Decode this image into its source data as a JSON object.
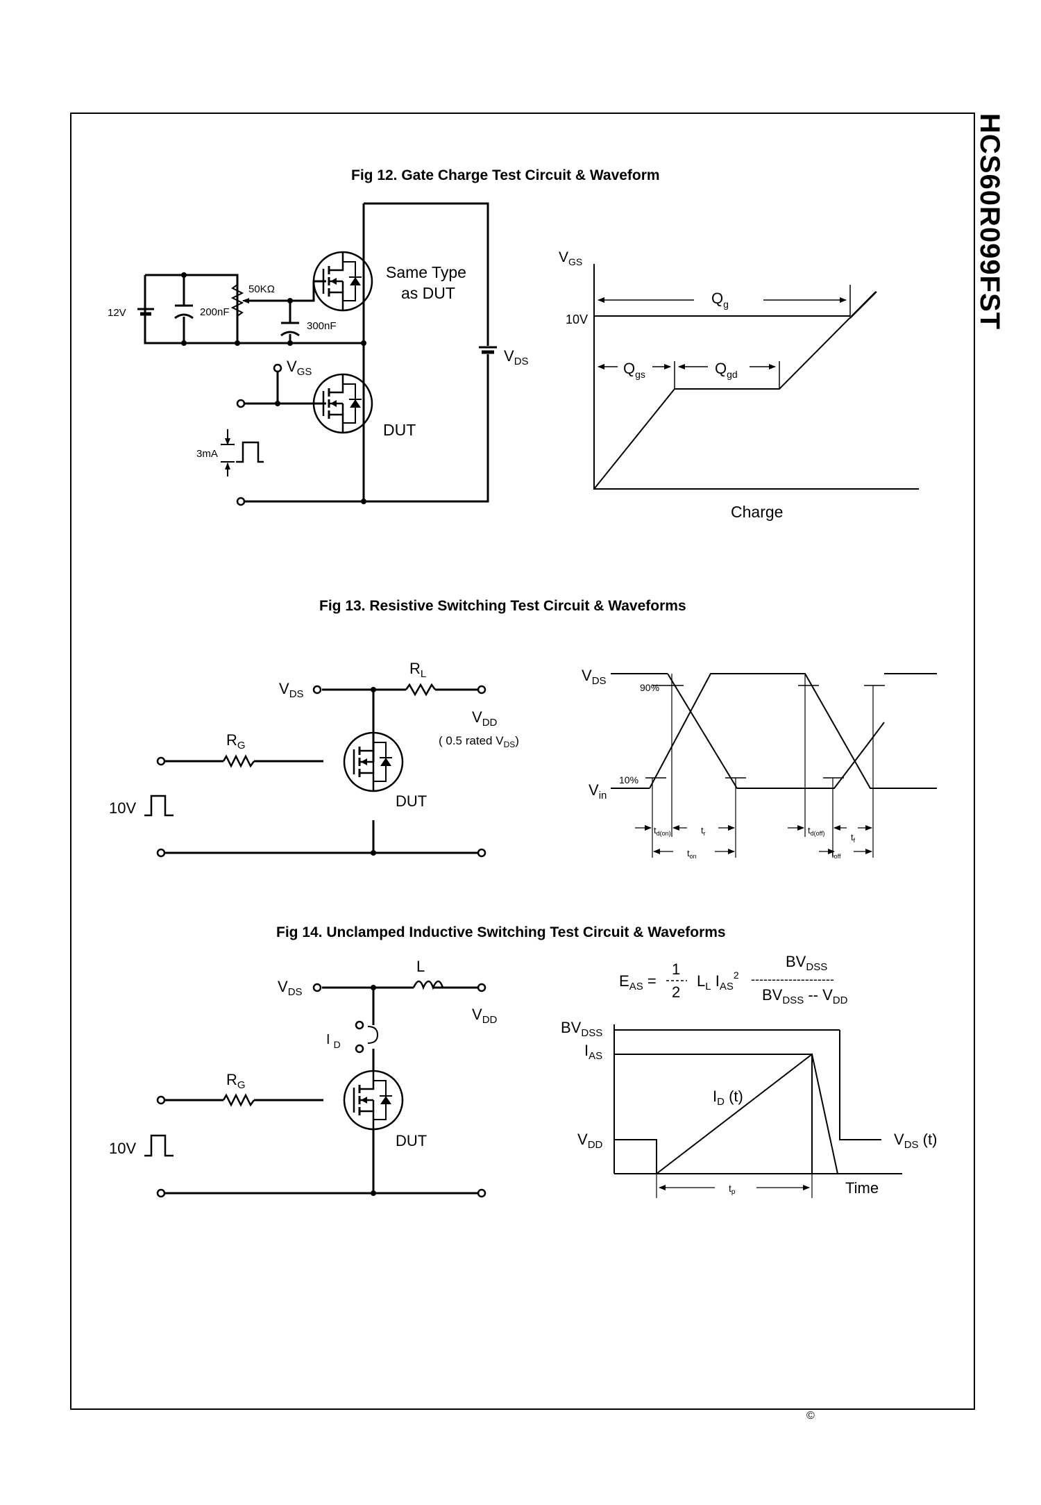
{
  "document": {
    "part_number": "HCS60R099FST",
    "copyright_symbol": "©"
  },
  "fig12": {
    "title": "Fig 12.  Gate Charge Test Circuit  &  Waveform",
    "circuit": {
      "supply": "12V",
      "cap1": "200nF",
      "pot": "50KΩ",
      "cap2": "300nF",
      "upper_device": [
        "Same Type",
        "as DUT"
      ],
      "vgs": "V",
      "vgs_sub": "GS",
      "vds": "V",
      "vds_sub": "DS",
      "dut": "DUT",
      "current": "3mA"
    },
    "waveform": {
      "y_label": "V",
      "y_label_sub": "GS",
      "level": "10V",
      "qg": "Q",
      "qg_sub": "g",
      "qgs": "Q",
      "qgs_sub": "gs",
      "qgd": "Q",
      "qgd_sub": "gd",
      "x_label": "Charge"
    }
  },
  "fig13": {
    "title": "Fig 13.  Resistive Switching Test Circuit  &  Waveforms",
    "circuit": {
      "vds": "V",
      "vds_sub": "DS",
      "rl": "R",
      "rl_sub": "L",
      "vdd": "V",
      "vdd_sub": "DD",
      "vdd_note_pre": "( 0.5 rated V",
      "vdd_note_sub": "DS",
      "vdd_note_post": ")",
      "rg": "R",
      "rg_sub": "G",
      "pulse": "10V",
      "dut": "DUT"
    },
    "waveform": {
      "vds": "V",
      "vds_sub": "DS",
      "vin": "V",
      "vin_sub": "in",
      "p90": "90%",
      "p10": "10%",
      "td_on": "t",
      "td_on_sub": "d(on)",
      "tr": "t",
      "tr_sub": "r",
      "ton": "t",
      "ton_sub": "on",
      "td_off": "t",
      "td_off_sub": "d(off)",
      "tf": "t",
      "tf_sub": "f",
      "toff": "t",
      "toff_sub": "off"
    }
  },
  "fig14": {
    "title": "Fig 14.  Unclamped Inductive Switching Test Circuit  &  Waveforms",
    "circuit": {
      "vds": "V",
      "vds_sub": "DS",
      "l": "L",
      "vdd": "V",
      "vdd_sub": "DD",
      "id": "I",
      "id_sub": "D",
      "rg": "R",
      "rg_sub": "G",
      "pulse": "10V",
      "dut": "DUT"
    },
    "formula": {
      "eas": "E",
      "eas_sub": "AS",
      "eq": " =",
      "num": "1",
      "den": "2",
      "ll": "L",
      "ll_sub": "L",
      "ias": " I",
      "ias_sub": "AS",
      "ias_sup": "2",
      "frac_num": "BV",
      "frac_num_sub": "DSS",
      "frac_den": "BV",
      "frac_den_sub": "DSS",
      "frac_den_mid": " -- V",
      "frac_den_sub2": "DD",
      "dashes": "--------------------"
    },
    "waveform": {
      "bvdss": "BV",
      "bvdss_sub": "DSS",
      "ias": "I",
      "ias_sub": "AS",
      "id_t": "I",
      "id_t_sub": "D",
      "id_t_post": " (t)",
      "vdd": "V",
      "vdd_sub": "DD",
      "vds_t": "V",
      "vds_t_sub": "DS",
      "vds_t_post": " (t)",
      "tp": "t",
      "tp_sub": "p",
      "time": "Time"
    }
  }
}
